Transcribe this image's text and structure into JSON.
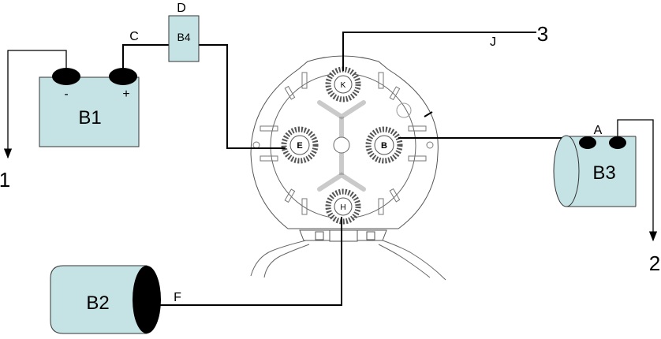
{
  "components": {
    "b1": {
      "label": "B1",
      "neg_sign": "-",
      "pos_sign": "+"
    },
    "b2": {
      "label": "B2"
    },
    "b3": {
      "label": "B3"
    },
    "b4": {
      "label": "B4"
    }
  },
  "wire_labels": {
    "a": "A",
    "c": "C",
    "d": "D",
    "f": "F",
    "j": "J"
  },
  "terminal_labels": {
    "e": "E",
    "b": "B",
    "k": "K",
    "h": "H"
  },
  "outputs": {
    "out1": "1",
    "out2": "2",
    "out3": "3"
  },
  "colors": {
    "component_fill": "#c5e3e5",
    "terminal_fill": "#000000",
    "wire": "#000000",
    "motor_line": "#555555"
  }
}
